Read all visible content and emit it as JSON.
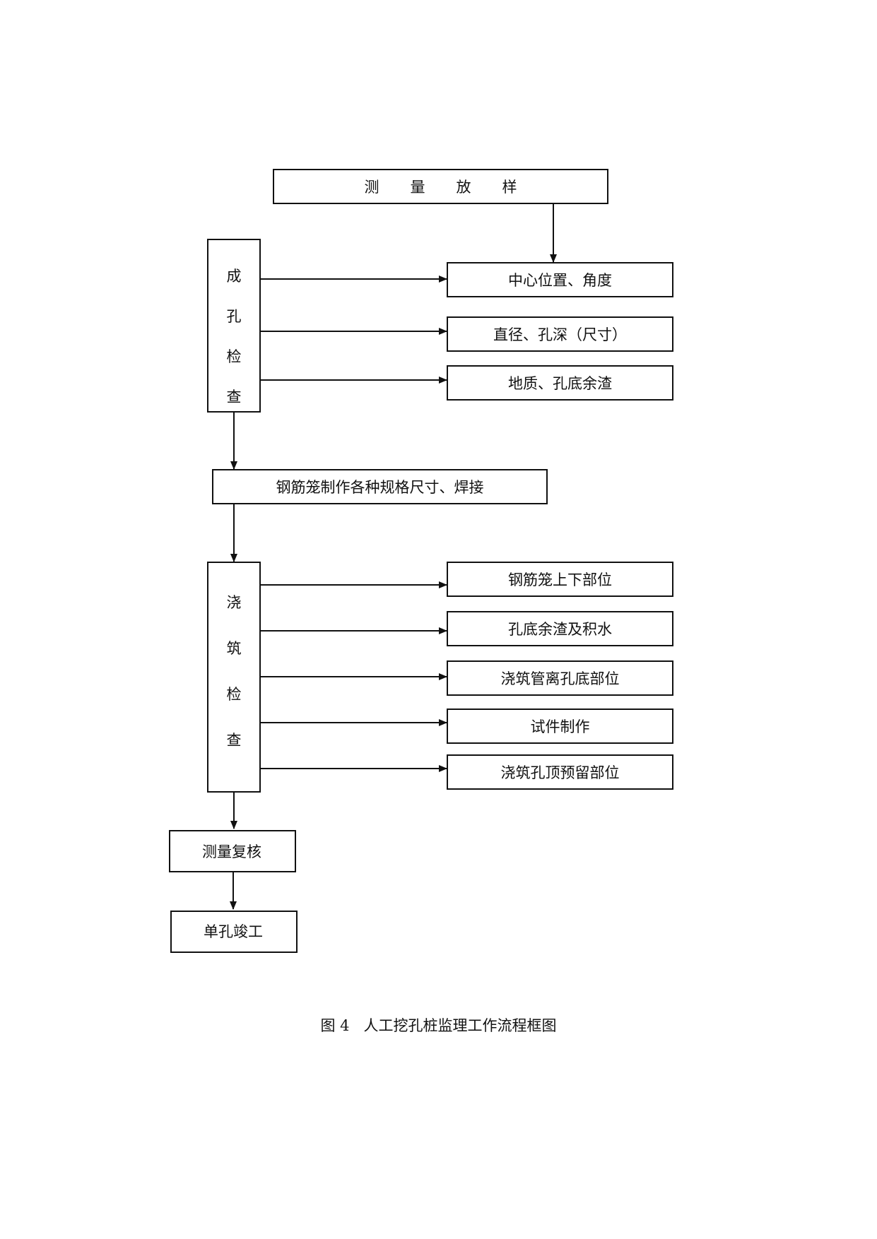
{
  "flowchart": {
    "survey": "测量放样",
    "hole_check": {
      "label": [
        "成",
        "孔",
        "检",
        "查"
      ],
      "items": [
        "中心位置、角度",
        "直径、孔深（尺寸）",
        "地质、孔底余渣"
      ]
    },
    "cage": "钢筋笼制作各种规格尺寸、焊接",
    "pour_check": {
      "label": [
        "浇",
        "筑",
        "检",
        "查"
      ],
      "items": [
        "钢筋笼上下部位",
        "孔底余渣及积水",
        "浇筑管离孔底部位",
        "试件制作",
        "浇筑孔顶预留部位"
      ]
    },
    "recheck": "测量复核",
    "complete": "单孔竣工"
  },
  "caption": "图 4   人工挖孔桩监理工作流程框图"
}
